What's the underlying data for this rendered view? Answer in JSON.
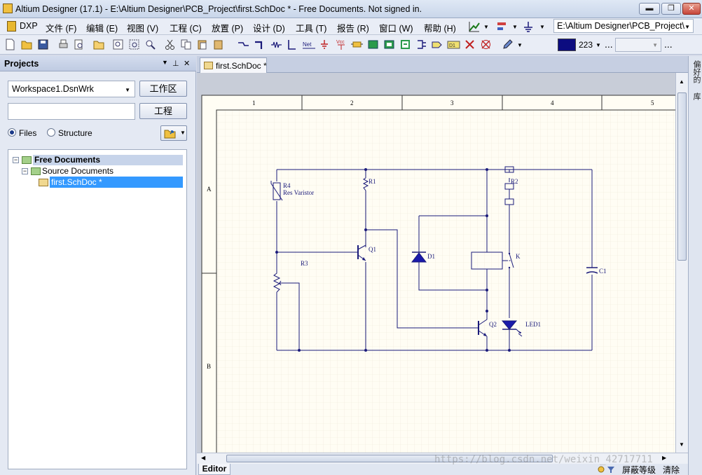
{
  "window": {
    "title": "Altium Designer (17.1) - E:\\Altium Designer\\PCB_Project\\first.SchDoc * - Free Documents. Not signed in.",
    "min_glyph": "▬",
    "max_glyph": "❐",
    "close_glyph": "✕"
  },
  "menu": {
    "items": [
      "DXP",
      "文件 (F)",
      "编辑 (E)",
      "视图 (V)",
      "工程 (C)",
      "放置 (P)",
      "设计 (D)",
      "工具 (T)",
      "报告 (R)",
      "窗口 (W)",
      "帮助 (H)"
    ],
    "path": "E:\\Altium Designer\\PCB_Project\\"
  },
  "toolbar": {
    "color_value": "223",
    "color_hex": "#0c0c80",
    "more": "..."
  },
  "projects": {
    "title": "Projects",
    "workspace": "Workspace1.DsnWrk",
    "btn_workspace": "工作区",
    "btn_project": "工程",
    "radio_files": "Files",
    "radio_structure": "Structure",
    "tree": [
      {
        "label": "Free Documents",
        "level": 0
      },
      {
        "label": "Source Documents",
        "level": 1
      },
      {
        "label": "first.SchDoc *",
        "level": 2
      }
    ]
  },
  "document": {
    "tab": "first.SchDoc *",
    "border_cols": [
      "1",
      "2",
      "3",
      "4",
      "5"
    ],
    "border_rows": [
      "A",
      "B"
    ],
    "wire_color": "#1a1a7a",
    "sheet_color": "#fffdf4",
    "components": {
      "R4_ref": "R4",
      "R4_val": "Res Varistor",
      "R1": "R1",
      "R2": "R2",
      "R3": "R3",
      "Q1": "Q1",
      "Q2": "Q2",
      "D1": "D1",
      "K": "K",
      "LED1": "LED1",
      "C1": "C1"
    }
  },
  "right_tabs": [
    "偏好的",
    "库"
  ],
  "status": {
    "editor_tab": "Editor",
    "mask_level": "屏蔽等级",
    "clear": "清除",
    "watermark": "https://blog.csdn.net/weixin_42717711"
  }
}
